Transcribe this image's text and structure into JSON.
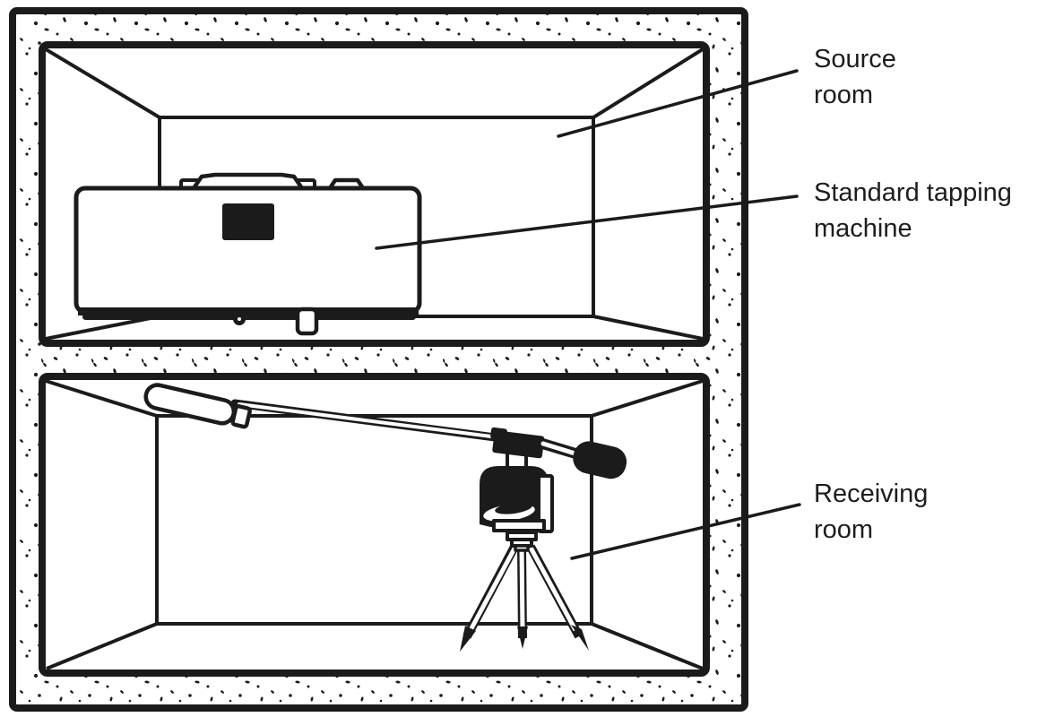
{
  "figure": {
    "ink": "#1b1b1b",
    "paper": "#ffffff",
    "labels": {
      "source_room": {
        "line1": "Source",
        "line2": "room"
      },
      "tapping_machine": {
        "line1": "Standard tapping",
        "line2": "machine"
      },
      "receiving_room": {
        "line1": "Receiving",
        "line2": "room"
      }
    }
  }
}
